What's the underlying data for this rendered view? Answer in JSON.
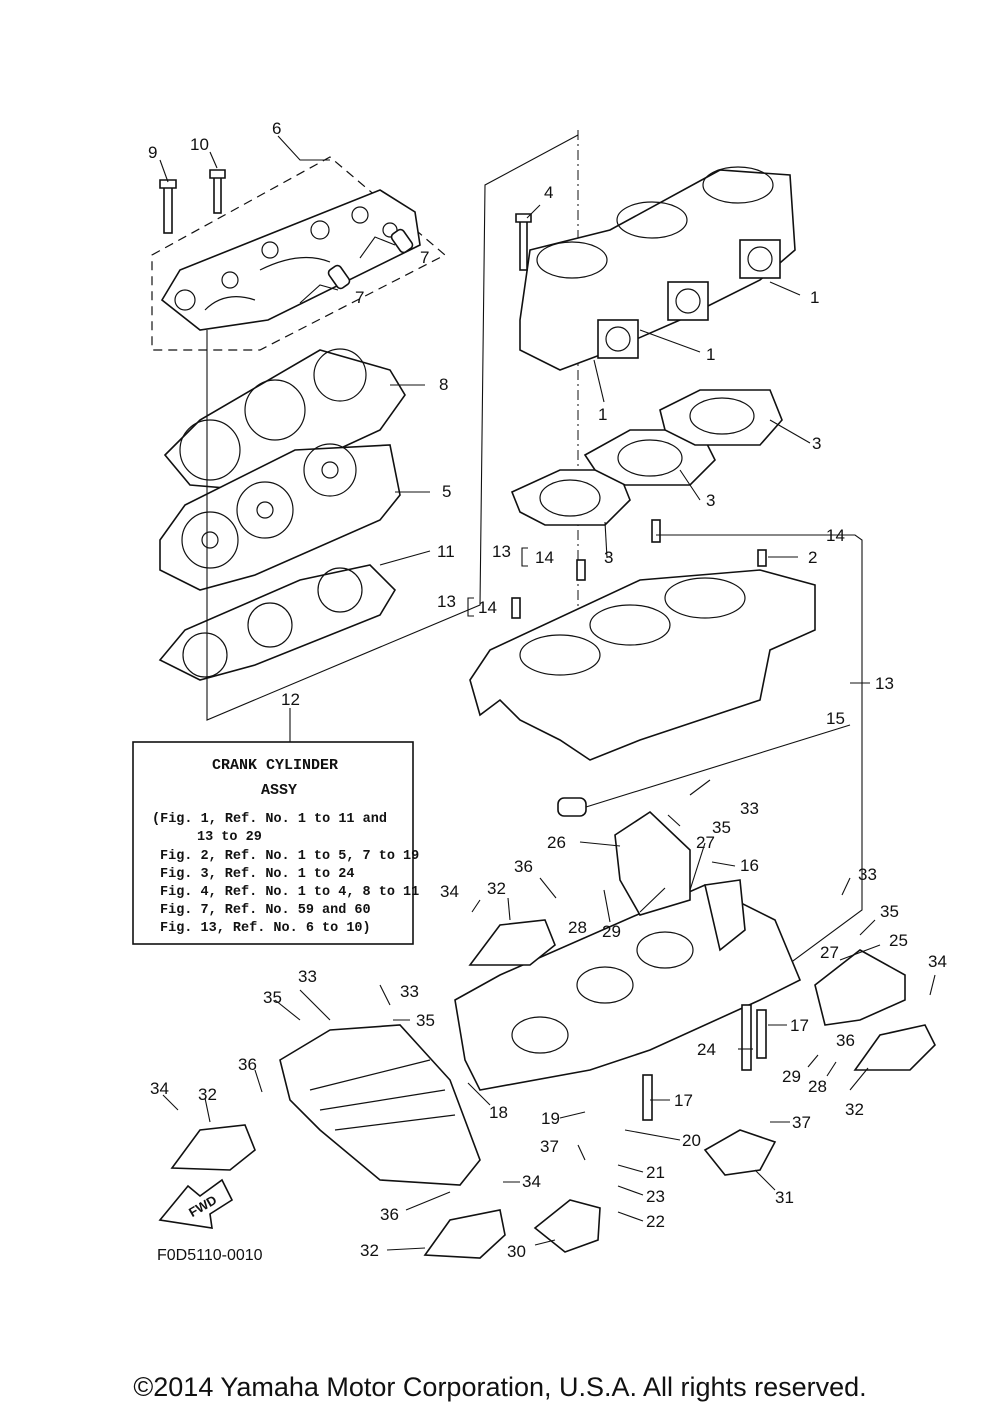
{
  "figure_code": "F0D5110-0010",
  "copyright": "©2014 Yamaha Motor Corporation, U.S.A. All rights reserved.",
  "fwd_label": "FWD",
  "info_box": {
    "ref": "12",
    "title_line1": "CRANK CYLINDER",
    "title_line2": "ASSY",
    "lines": [
      "(Fig. 1, Ref. No. 1 to 11 and",
      "13 to 29",
      "Fig. 2, Ref. No. 1 to 5, 7 to 19",
      "Fig. 3, Ref. No. 1 to 24",
      "Fig. 4, Ref. No. 1 to 4, 8 to 11",
      "Fig. 7, Ref. No. 59 and 60",
      "Fig. 13, Ref. No. 6 to 10)"
    ]
  },
  "callouts": {
    "c1a": "1",
    "c1b": "1",
    "c1c": "1",
    "c2": "2",
    "c3a": "3",
    "c3b": "3",
    "c3c": "3",
    "c4": "4",
    "c5": "5",
    "c6": "6",
    "c7a": "7",
    "c7b": "7",
    "c8": "8",
    "c9": "9",
    "c10": "10",
    "c11": "11",
    "c13a": "13",
    "c13b": "13",
    "c13c": "13",
    "c14a": "14",
    "c14b": "14",
    "c14c": "14",
    "c15": "15",
    "c16": "16",
    "c17a": "17",
    "c17b": "17",
    "c18": "18",
    "c19": "19",
    "c20": "20",
    "c21": "21",
    "c22": "22",
    "c23": "23",
    "c24": "24",
    "c25": "25",
    "c26": "26",
    "c27a": "27",
    "c27b": "27",
    "c28a": "28",
    "c28b": "28",
    "c29a": "29",
    "c29b": "29",
    "c30": "30",
    "c31": "31",
    "c32a": "32",
    "c32b": "32",
    "c32c": "32",
    "c32d": "32",
    "c33a": "33",
    "c33b": "33",
    "c33c": "33",
    "c33d": "33",
    "c34a": "34",
    "c34b": "34",
    "c34c": "34",
    "c34d": "34",
    "c35a": "35",
    "c35b": "35",
    "c35c": "35",
    "c35d": "35",
    "c36a": "36",
    "c36b": "36",
    "c36c": "36",
    "c36d": "36",
    "c37a": "37",
    "c37b": "37"
  }
}
